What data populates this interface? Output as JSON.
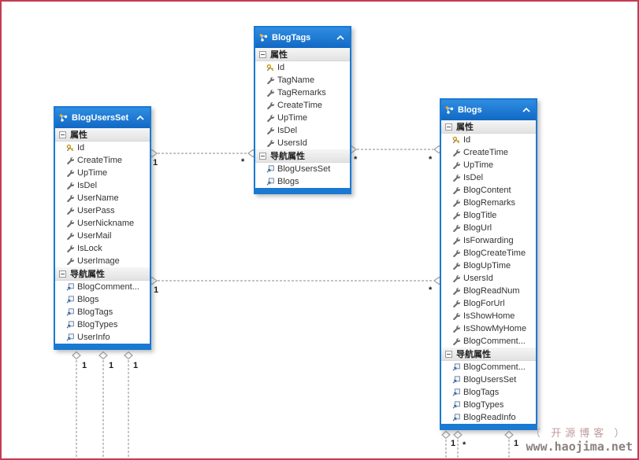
{
  "colors": {
    "entity_blue": "#1979d3",
    "header_gradient_top": "#2f8ee2",
    "header_gradient_bottom": "#1168c4",
    "page_border_red": "#c43a52",
    "line_gray": "#a0a0a0",
    "key_gold": "#c79b17"
  },
  "entities": [
    {
      "name": "BlogUsersSet",
      "properties_label": "属性",
      "navigation_label": "导航属性",
      "collapse_icon": "chevron-up",
      "properties": [
        "Id",
        "CreateTime",
        "UpTime",
        "IsDel",
        "UserName",
        "UserPass",
        "UserNickname",
        "UserMail",
        "IsLock",
        "UserImage"
      ],
      "navigation": [
        "BlogComment...",
        "Blogs",
        "BlogTags",
        "BlogTypes",
        "UserInfo"
      ]
    },
    {
      "name": "BlogTags",
      "properties_label": "属性",
      "navigation_label": "导航属性",
      "collapse_icon": "chevron-up",
      "properties": [
        "Id",
        "TagName",
        "TagRemarks",
        "CreateTime",
        "UpTime",
        "IsDel",
        "UsersId"
      ],
      "navigation": [
        "BlogUsersSet",
        "Blogs"
      ]
    },
    {
      "name": "Blogs",
      "properties_label": "属性",
      "navigation_label": "导航属性",
      "collapse_icon": "chevron-up",
      "properties": [
        "Id",
        "CreateTime",
        "UpTime",
        "IsDel",
        "BlogContent",
        "BlogRemarks",
        "BlogTitle",
        "BlogUrl",
        "IsForwarding",
        "BlogCreateTime",
        "BlogUpTime",
        "UsersId",
        "BlogReadNum",
        "BlogForUrl",
        "IsShowHome",
        "IsShowMyHome",
        "BlogComment..."
      ],
      "navigation": [
        "BlogComment...",
        "BlogUsersSet",
        "BlogTags",
        "BlogTypes",
        "BlogReadInfo"
      ]
    }
  ],
  "connectors": {
    "users_tags": {
      "from": "1",
      "to": "*"
    },
    "tags_blogs": {
      "from": "*",
      "to": "*"
    },
    "users_blogs": {
      "from": "1",
      "to": "*"
    },
    "users_bottom": [
      "1",
      "1",
      "1"
    ],
    "blogs_bottom": [
      "1",
      "*",
      "1"
    ]
  },
  "watermark": {
    "line1": "（ 开源博客 ）",
    "line2": "www.haojima.net"
  }
}
